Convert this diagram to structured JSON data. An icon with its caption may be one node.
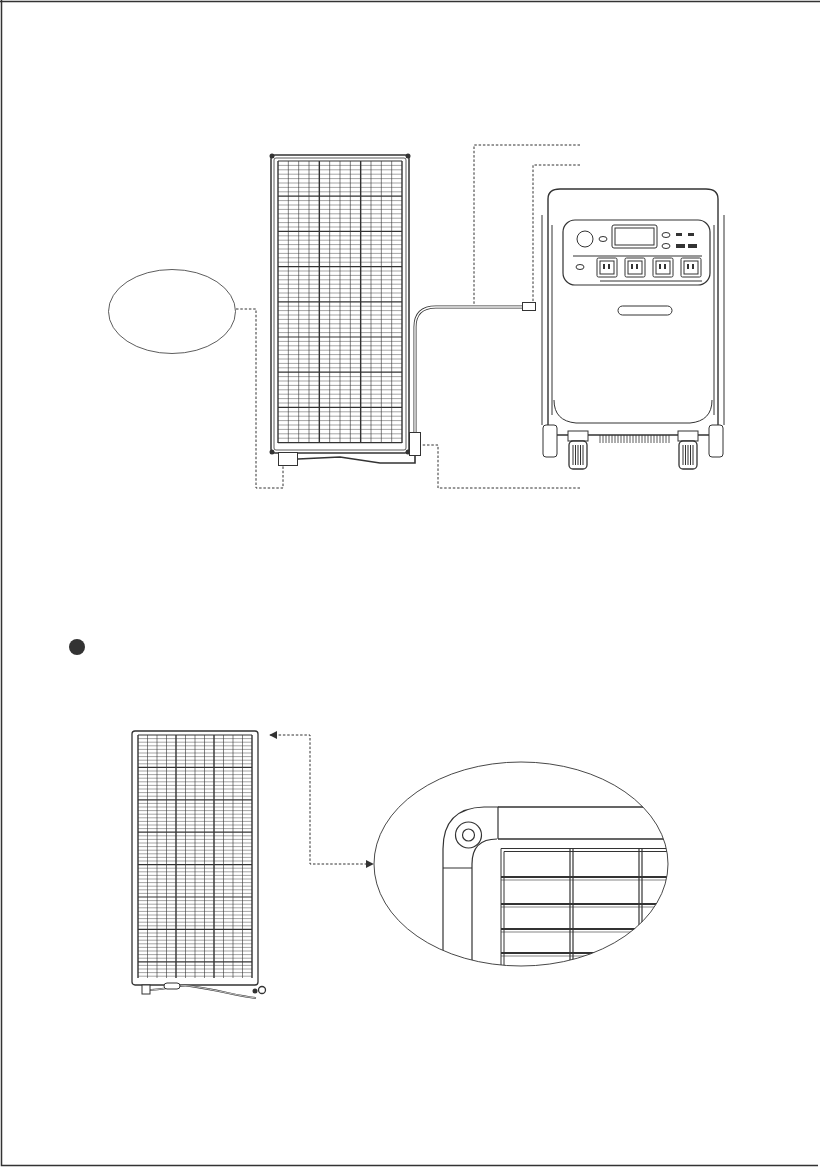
{
  "diagram": {
    "nodes": [
      {
        "text": [],
        "shape": "picture"
      },
      {
        "text": [],
        "shape": "picture"
      },
      {
        "text": [],
        "shape": "ellipse"
      },
      {
        "text": [],
        "shape": "picture"
      },
      {
        "text": [],
        "shape": "box"
      },
      {
        "text": [],
        "shape": "box"
      },
      {
        "text": [],
        "shape": "box"
      },
      {
        "text": [],
        "shape": "picture"
      },
      {
        "text": [],
        "shape": "picture"
      }
    ],
    "edges": [
      {
        "from": null,
        "to": 3,
        "arrow": "none",
        "style": "dashed"
      },
      {
        "from": null,
        "to": 4,
        "arrow": "none",
        "style": "dashed"
      },
      {
        "from": 2,
        "to": 5,
        "arrow": "none",
        "style": "dashed"
      },
      {
        "from": null,
        "to": 6,
        "arrow": "none",
        "style": "dashed"
      },
      {
        "from": 7,
        "to": 8,
        "arrow": "both",
        "style": "dashed"
      },
      {
        "from": 5,
        "to": 6,
        "arrow": "none"
      }
    ]
  }
}
